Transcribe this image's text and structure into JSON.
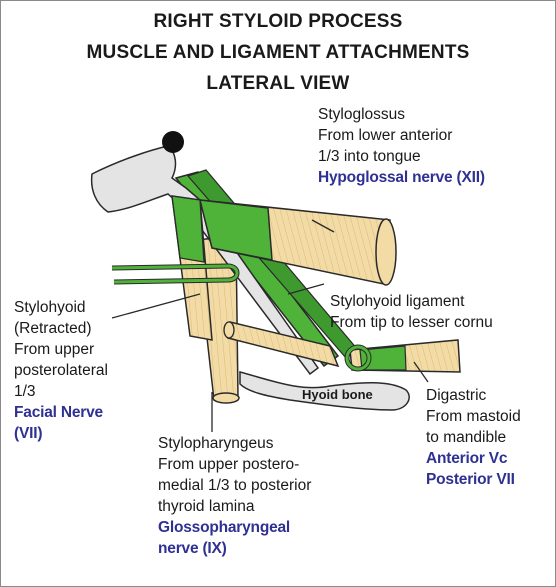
{
  "title": {
    "line1": "RIGHT STYLOID PROCESS",
    "line2": "MUSCLE AND LIGAMENT ATTACHMENTS",
    "line3": "LATERAL VIEW"
  },
  "labels": {
    "styloglossus": {
      "name": "Styloglossus",
      "line2": "From lower anterior",
      "line3": "1/3 into tongue",
      "nerve": "Hypoglossal nerve (XII)"
    },
    "stylohyoid_ligament": {
      "name": "Stylohyoid ligament",
      "line2": "From tip to lesser cornu"
    },
    "stylohyoid": {
      "name": "Stylohyoid",
      "line2": "(Retracted)",
      "line3": "From upper",
      "line4": "posterolateral",
      "line5": "1/3",
      "nerve1": "Facial Nerve",
      "nerve2": "(VII)"
    },
    "hyoid_bone": "Hyoid bone",
    "digastric": {
      "name": "Digastric",
      "line2": "From mastoid",
      "line3": "to mandible",
      "nerve1": "Anterior Vc",
      "nerve2": "Posterior VII"
    },
    "stylopharyngeus": {
      "name": "Stylopharyngeus",
      "line2": "From upper postero-",
      "line3": "medial 1/3 to posterior",
      "line4": "thyroid lamina",
      "nerve1": "Glossopharyngeal",
      "nerve2": "nerve (IX)"
    }
  },
  "colors": {
    "muscle": "#f3dba6",
    "attachment": "#4fb33a",
    "bone": "#e4e4e4",
    "nerve_text": "#2e3192"
  }
}
